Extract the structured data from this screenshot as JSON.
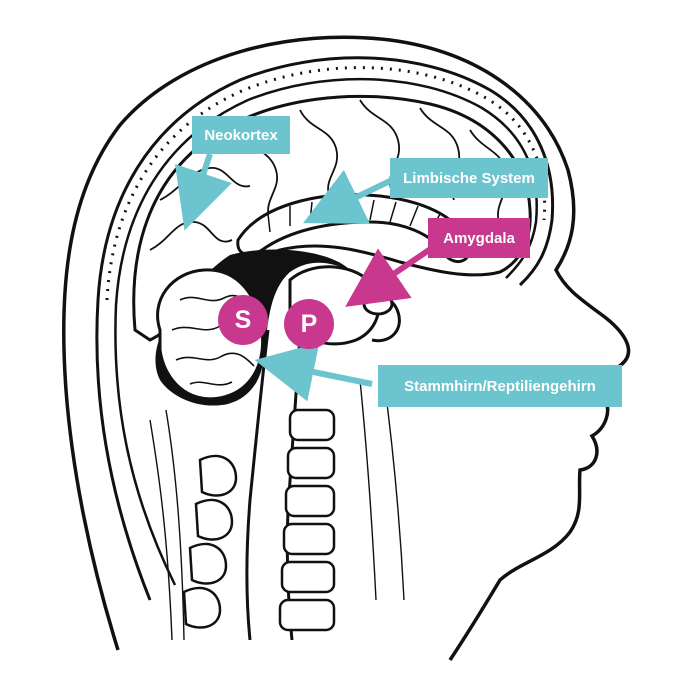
{
  "labels": {
    "neokortex": "Neokortex",
    "limbisch": "Limbische System",
    "amygdala": "Amygdala",
    "stammhirn": "Stammhirn/Reptiliengehirn"
  },
  "badges": {
    "s": "S",
    "p": "P"
  },
  "colors": {
    "teal": "#6cc4cf",
    "magenta": "#c8388f",
    "line": "#111111"
  }
}
